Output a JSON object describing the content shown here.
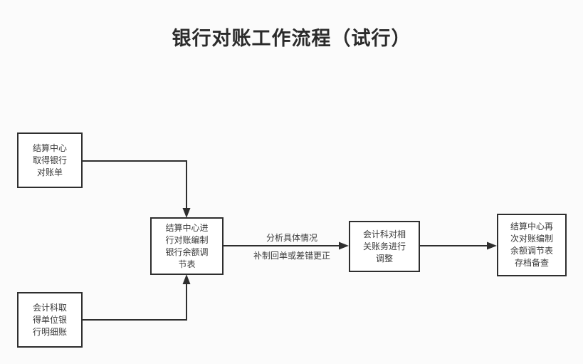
{
  "page": {
    "title": "银行对账工作流程（试行）",
    "background_color": "#fbfbfb",
    "stroke_color": "#2e2e2e",
    "text_color": "#3a3a3a"
  },
  "diagram": {
    "type": "flowchart",
    "nodes": [
      {
        "id": "bank-statement",
        "name": "node-bank-statement",
        "shape": "rectangle",
        "lines": [
          "结算中心",
          "取得银行",
          "对账单"
        ],
        "text": "结算中心取得银行对账单"
      },
      {
        "id": "ledger-detail",
        "name": "node-ledger-detail",
        "shape": "rectangle",
        "lines": [
          "会计科取",
          "得单位银",
          "行明细账"
        ],
        "text": "会计科取得单位银行明细账"
      },
      {
        "id": "reconcile",
        "name": "node-reconcile",
        "shape": "rectangle",
        "lines": [
          "结算中心进",
          "行对账编制",
          "银行余额调",
          "节表"
        ],
        "text": "结算中心进行对账编制银行余额调节表"
      },
      {
        "id": "adjust",
        "name": "node-adjust",
        "shape": "rectangle",
        "lines": [
          "会计科对相",
          "关账务进行",
          "调整"
        ],
        "text": "会计科对相关账务进行调整"
      },
      {
        "id": "archive",
        "name": "node-archive",
        "shape": "rectangle",
        "lines": [
          "结算中心再",
          "次对账编制",
          "余额调节表",
          "存档备查"
        ],
        "text": "结算中心再次对账编制余额调节表存档备查"
      }
    ],
    "edges": [
      {
        "id": "edge-statement-to-reconcile",
        "from": "bank-statement",
        "to": "reconcile",
        "label": "",
        "arrow": "down"
      },
      {
        "id": "edge-ledger-to-reconcile",
        "from": "ledger-detail",
        "to": "reconcile",
        "label": "",
        "arrow": "up"
      },
      {
        "id": "edge-reconcile-to-adjust",
        "from": "reconcile",
        "to": "adjust",
        "label_top": "分析具体情况",
        "label_bottom": "补制回单或差错更正",
        "arrow": "right"
      },
      {
        "id": "edge-adjust-to-archive",
        "from": "adjust",
        "to": "archive",
        "label": "",
        "arrow": "right"
      }
    ]
  }
}
